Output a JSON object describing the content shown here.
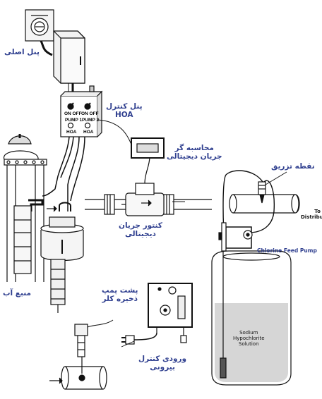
{
  "labels": {
    "main_panel": "پنل اصلی",
    "control_panel_line1": "پنل کنترل",
    "control_panel_line2": "HOA",
    "flow_computer_line1": "محاسبه گر",
    "flow_computer_line2": "جریان دیجیتالی",
    "injection_point": "نقطه تزریق",
    "to_distribution_line1": "To",
    "to_distribution_line2": "Distribution",
    "flow_meter_line1": "کنتور جریان",
    "flow_meter_line2": "دیجیتالی",
    "chlorine_feed_pump": "Chlorine Feed Pump",
    "water_source": "منبع آب",
    "backup_pump_line1": "پشت پمپ",
    "backup_pump_line2": "ذخیره کلر",
    "external_control_line1": "ورودی کنترل",
    "external_control_line2": "بیرونی",
    "tank_line1": "Sodium",
    "tank_line2": "Hypochlorite",
    "tank_line3": "Solution"
  },
  "panel_text": {
    "on_off_1": "ON OFF",
    "on_off_2": "ON OFF",
    "pump_1": "PUMP 1",
    "pump_2": "PUMP 2",
    "hoa_1": "HOA",
    "hoa_2": "HOA"
  }
}
